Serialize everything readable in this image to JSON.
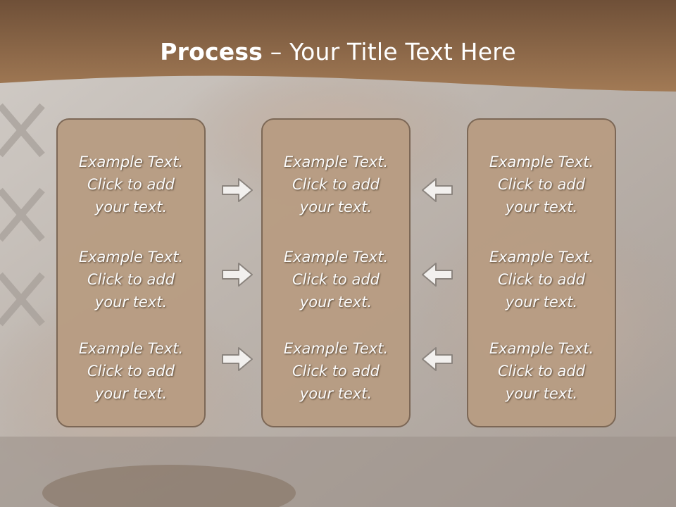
{
  "title": {
    "bold_part": "Process",
    "rest_part": " – Your Title Text Here"
  },
  "columns": [
    {
      "items": [
        "Example Text.\nClick  to add\nyour text.",
        "Example Text.\nClick  to add\nyour text.",
        "Example Text.\nClick  to add\nyour text."
      ]
    },
    {
      "items": [
        "Example Text.\nClick  to add\nyour text.",
        "Example Text.\nClick  to add\nyour text.",
        "Example Text.\nClick  to add\nyour text."
      ]
    },
    {
      "items": [
        "Example Text.\nClick  to add\nyour text.",
        "Example Text.\nClick  to add\nyour text.",
        "Example Text.\nClick  to add\nyour text."
      ]
    }
  ],
  "icons": {
    "left_arrows": "arrow-right-icon",
    "right_arrows": "arrow-left-icon"
  },
  "colors": {
    "title_band": "#7c5a3c",
    "box_fill": "#b89d83",
    "box_border": "#7a6553"
  }
}
